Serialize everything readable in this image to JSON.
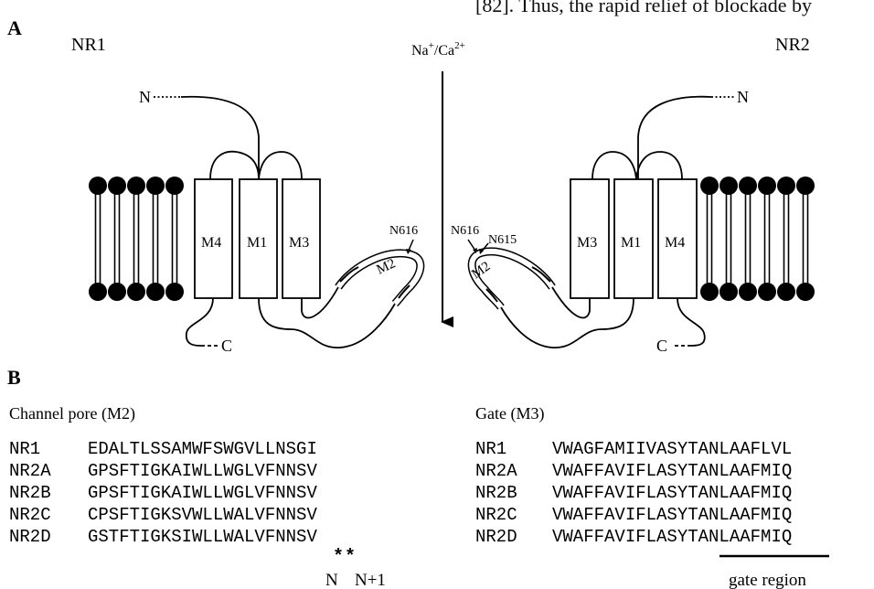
{
  "header_fragment": "[82]. Thus, the rapid relief of blockade by",
  "panel_a": {
    "label": "A",
    "left_subunit": "NR1",
    "right_subunit": "NR2",
    "ion_flow": {
      "ions": "Na",
      "sup1": "+",
      "sep": "/Ca",
      "sup2": "2+"
    },
    "n_term": "N",
    "c_term": "C",
    "segments": {
      "m1": "M1",
      "m2": "M2",
      "m3": "M3",
      "m4": "M4"
    },
    "residue_left": "N616",
    "residue_right_1": "N616",
    "residue_right_2": "N615"
  },
  "panel_b": {
    "label": "B",
    "pore_title": "Channel pore (M2)",
    "gate_title": "Gate (M3)",
    "pore_rows": [
      {
        "name": "NR1",
        "seq": "EDALTLSSAMWFSWGVLLNSGI"
      },
      {
        "name": "NR2A",
        "seq": "GPSFTIGKAIWLLWGLVFNNSV"
      },
      {
        "name": "NR2B",
        "seq": "GPSFTIGKAIWLLWGLVFNNSV"
      },
      {
        "name": "NR2C",
        "seq": "CPSFTIGKSVWLLWALVFNNSV"
      },
      {
        "name": "NR2D",
        "seq": "GSTFTIGKSIWLLWALVFNNSV"
      }
    ],
    "gate_rows": [
      {
        "name": "NR1",
        "seq": "VWAGFAMIIVASYTANLAAFLVL"
      },
      {
        "name": "NR2A",
        "seq": "VWAFFAVIFLASYTANLAAFMIQ"
      },
      {
        "name": "NR2B",
        "seq": "VWAFFAVIFLASYTANLAAFMIQ"
      },
      {
        "name": "NR2C",
        "seq": "VWAFFAVIFLASYTANLAAFMIQ"
      },
      {
        "name": "NR2D",
        "seq": "VWAFFAVIFLASYTANLAAFMIQ"
      }
    ],
    "asterisks": "**",
    "n_label": "N",
    "n1_label": "N+1",
    "gate_region_label": "gate region"
  }
}
